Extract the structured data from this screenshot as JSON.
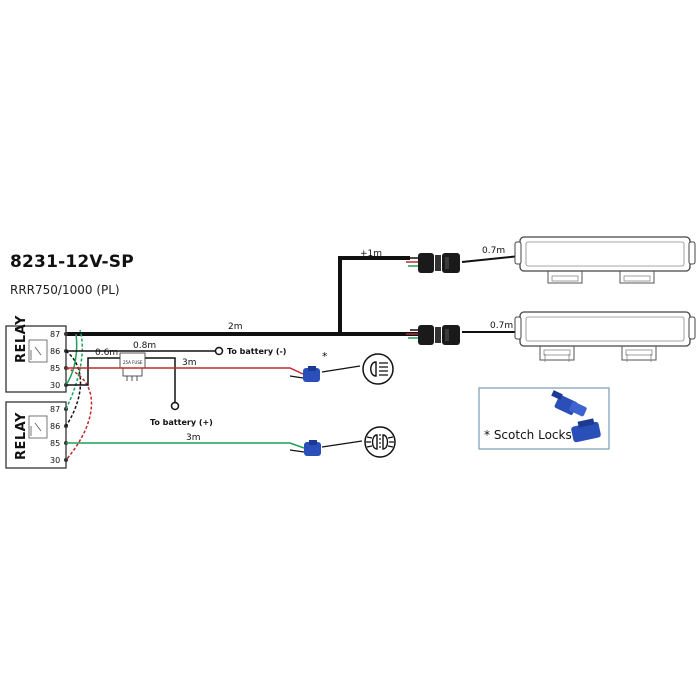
{
  "header": {
    "title": "8231-12V-SP",
    "subtitle": "RRR750/1000 (PL)"
  },
  "relays": [
    {
      "label": "RELAY",
      "pins": [
        "87",
        "86",
        "85",
        "30"
      ]
    },
    {
      "label": "RELAY",
      "pins": [
        "87",
        "86",
        "85",
        "30"
      ]
    }
  ],
  "wires": {
    "main_length": "2m",
    "branch_length": "+1m",
    "lightbar_top_length": "0.7m",
    "lightbar_bottom_length": "0.7m",
    "ground_length": "0.8m",
    "ground_label": "To battery (-)",
    "fuse_length": "0.6m",
    "fuse_label": "25A FUSE",
    "positive_label": "To battery (+)",
    "red_signal_length": "3m",
    "green_signal_length": "3m"
  },
  "scotch_marker": "*",
  "scotch_box": {
    "label": "* Scotch Locks"
  },
  "colors": {
    "black_wire": "#111111",
    "red_wire": "#c0282d",
    "green_wire": "#1aa15a",
    "connector_blue": "#2b4fb8",
    "box_border": "#7a9bb5"
  }
}
